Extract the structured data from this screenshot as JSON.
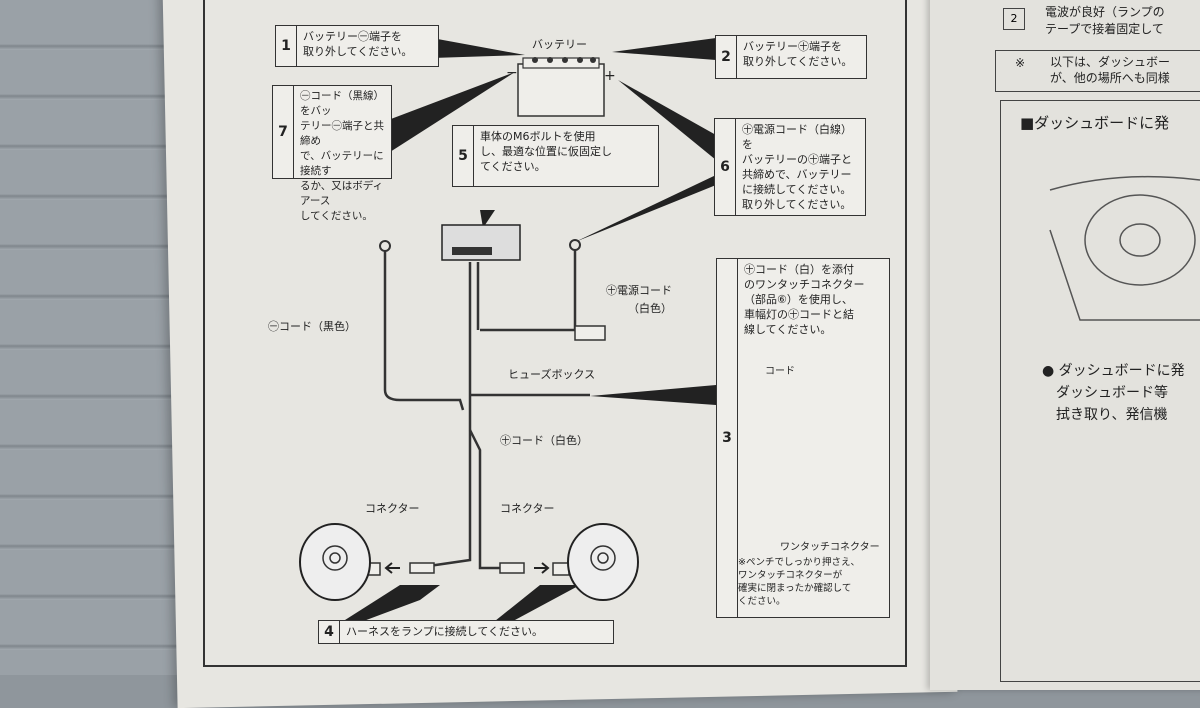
{
  "diagram": {
    "battery_label": "バッテリー",
    "callouts": [
      {
        "num": "1",
        "text": "バッテリー㊀端子を\n取り外してください。"
      },
      {
        "num": "2",
        "text": "バッテリー㊉端子を\n取り外してください。"
      },
      {
        "num": "7",
        "text": "㊀コード（黒線）をバッ\nテリー㊀端子と共締め\nで、バッテリーに接続す\nるか、又はボディアース\nしてください。"
      },
      {
        "num": "5",
        "text": "車体のM6ボルトを使用\nし、最適な位置に仮固定し\nてください。"
      },
      {
        "num": "6",
        "text": "㊉電源コード（白線）を\nバッテリーの㊉端子と\n共締めで、バッテリー\nに接続してください。\n取り外してください。"
      },
      {
        "num": "3",
        "text": "㊉コード（白）を添付\nのワンタッチコネクター\n（部品⑥）を使用し、\n車幅灯の㊉コードと結\n線してください。"
      },
      {
        "num": "4",
        "text": "ハーネスをランプに接続してください。"
      }
    ],
    "labels": {
      "minus_cord": "㊀コード（黒色）",
      "power_cord": "㊉電源コード\n（白色）",
      "fuse_box": "ヒューズボックス",
      "plus_cord": "㊉コード（白色）",
      "connector_left": "コネクター",
      "connector_right": "コネクター",
      "cord": "コード",
      "one_touch": "ワンタッチコネクター",
      "note": "※ペンチでしっかり押さえ、\nワンタッチコネクターが\n確実に閉まったか確認して\nください。"
    }
  },
  "right_page": {
    "item2_num": "2",
    "item2_text": "電波が良好（ランプの\nテープで接着固定して",
    "note_mark": "※",
    "note_text": "以下は、ダッシュボー\nが、他の場所へも同様",
    "section_title": "■ダッシュボードに発",
    "bullet_text": "● ダッシュボードに発\n　ダッシュボード等\n　拭き取り、発信機"
  }
}
